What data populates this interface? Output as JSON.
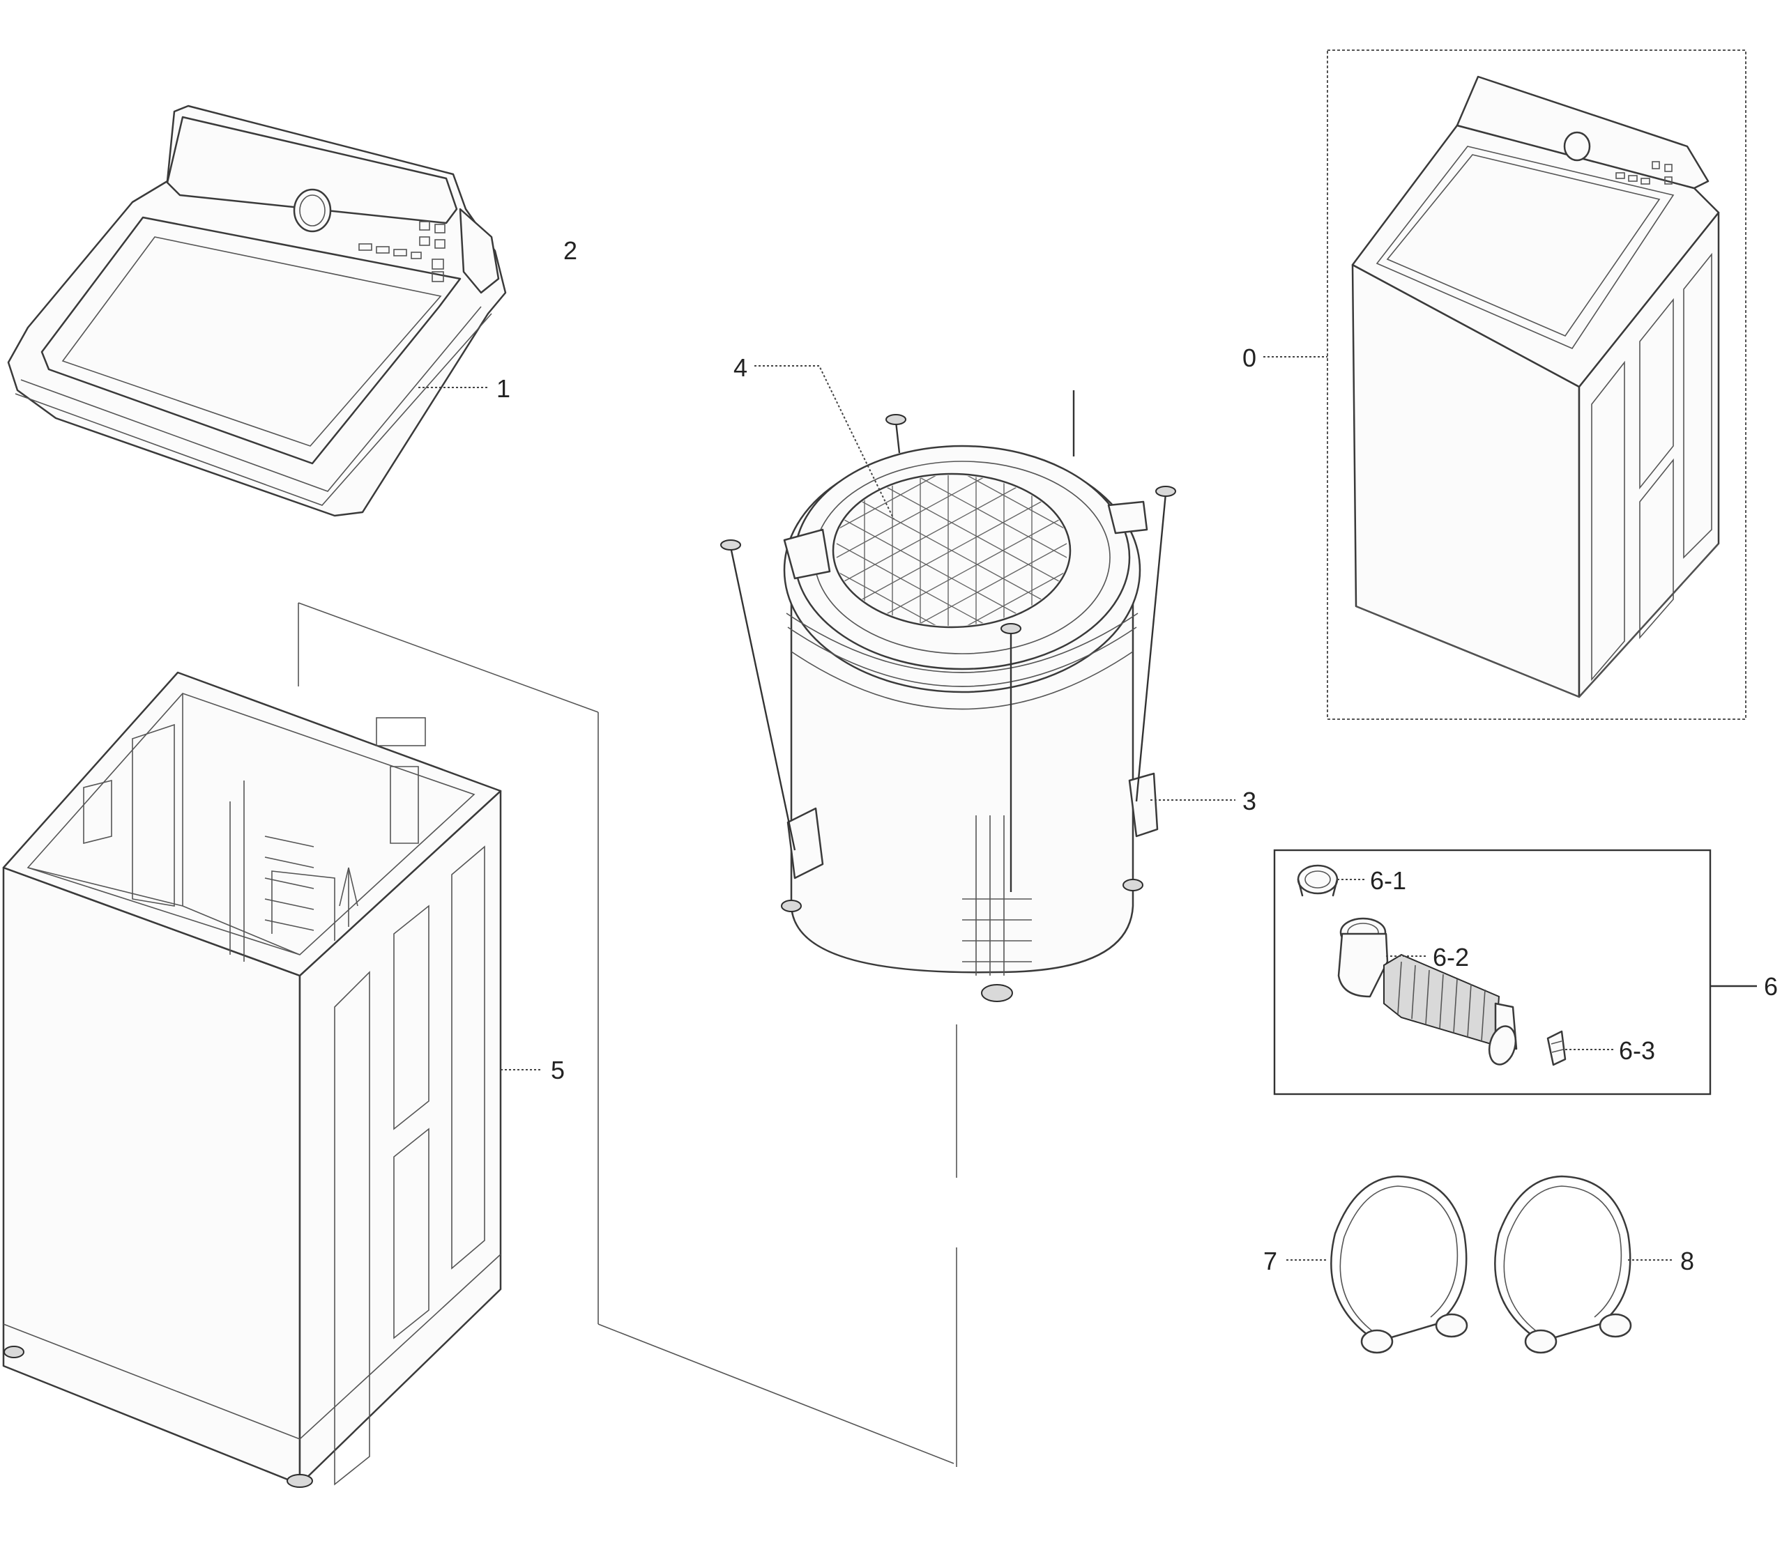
{
  "callouts": [
    {
      "id": "0",
      "label": "0",
      "part": "complete washer assembly"
    },
    {
      "id": "1",
      "label": "1",
      "part": "top cover assembly"
    },
    {
      "id": "2",
      "label": "2",
      "part": "control panel"
    },
    {
      "id": "3",
      "label": "3",
      "part": "tub assembly"
    },
    {
      "id": "4",
      "label": "4",
      "part": "wash basket"
    },
    {
      "id": "5",
      "label": "5",
      "part": "cabinet"
    },
    {
      "id": "6",
      "label": "6",
      "part": "drain hose assembly"
    },
    {
      "id": "6-1",
      "label": "6-1",
      "part": "hose clamp"
    },
    {
      "id": "6-2",
      "label": "6-2",
      "part": "drain hose"
    },
    {
      "id": "6-3",
      "label": "6-3",
      "part": "hose clip"
    },
    {
      "id": "7",
      "label": "7",
      "part": "inlet hose"
    },
    {
      "id": "8",
      "label": "8",
      "part": "inlet hose"
    }
  ]
}
